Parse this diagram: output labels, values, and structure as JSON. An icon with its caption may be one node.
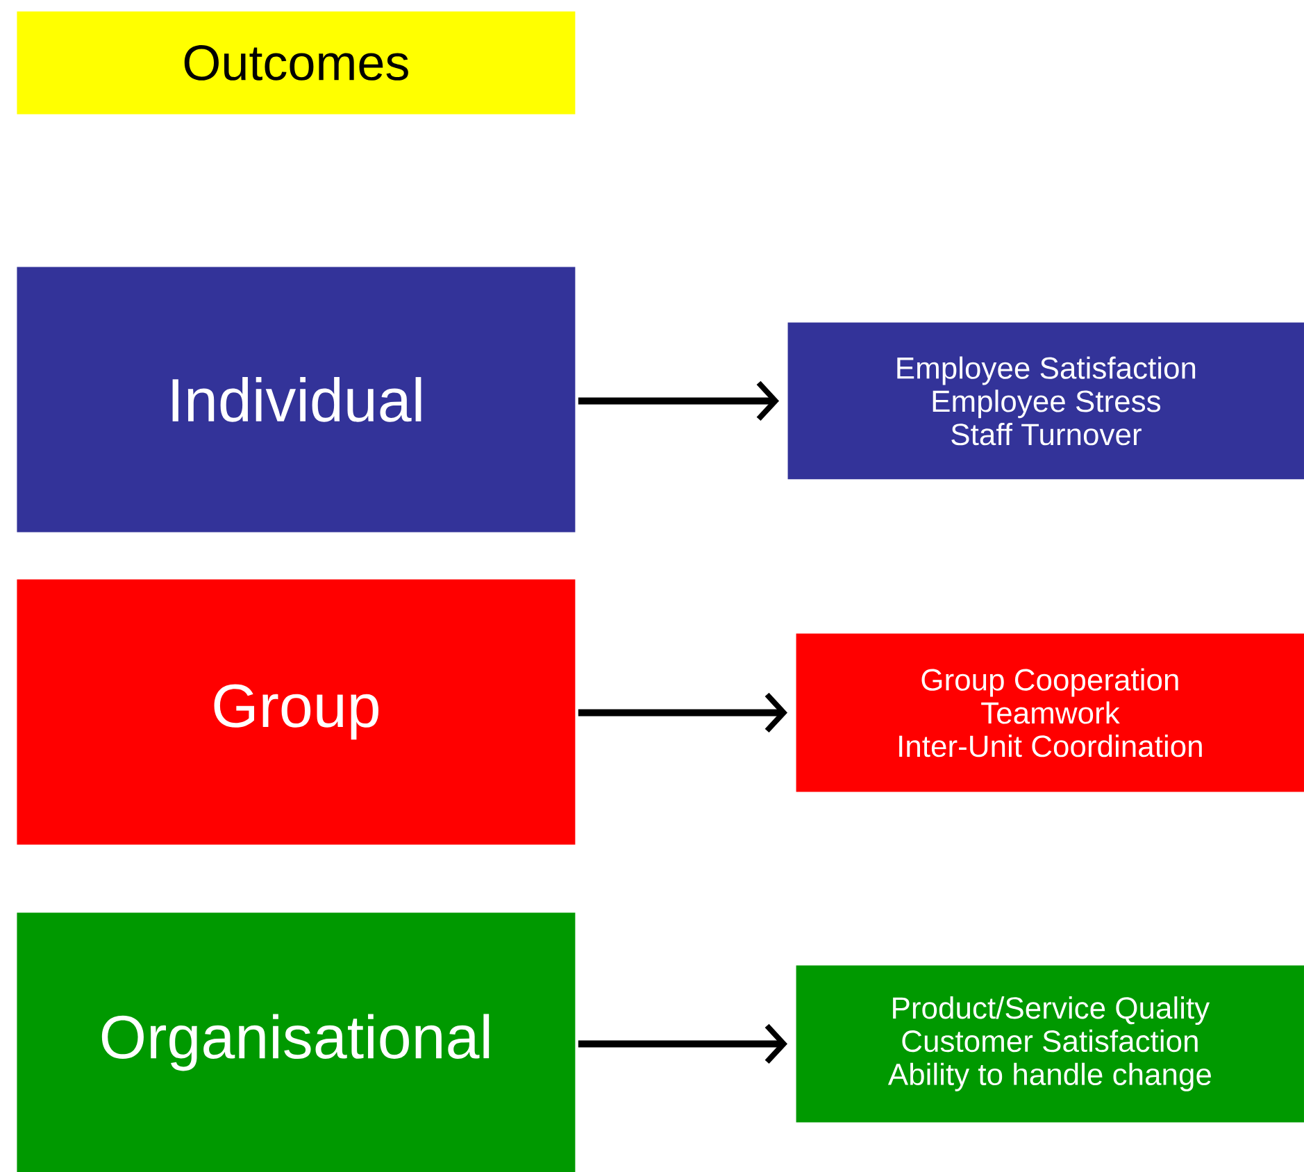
{
  "diagram": {
    "nodes": [
      {
        "text": [
          "Outcomes"
        ]
      },
      {
        "text": [
          "Individual"
        ]
      },
      {
        "text": [
          "Employee Satisfaction",
          "Employee Stress",
          "Staff Turnover"
        ]
      },
      {
        "text": [
          "Group"
        ]
      },
      {
        "text": [
          "Group Cooperation",
          "Teamwork",
          "Inter-Unit Coordination"
        ]
      },
      {
        "text": [
          "Organisational"
        ]
      },
      {
        "text": [
          "Product/Service Quality",
          "Customer Satisfaction",
          "Ability to handle change"
        ]
      }
    ],
    "edges": [
      {
        "from": 1,
        "to": 2,
        "arrow": "to"
      },
      {
        "from": 3,
        "to": 4,
        "arrow": "to"
      },
      {
        "from": 5,
        "to": 6,
        "arrow": "to"
      }
    ]
  }
}
